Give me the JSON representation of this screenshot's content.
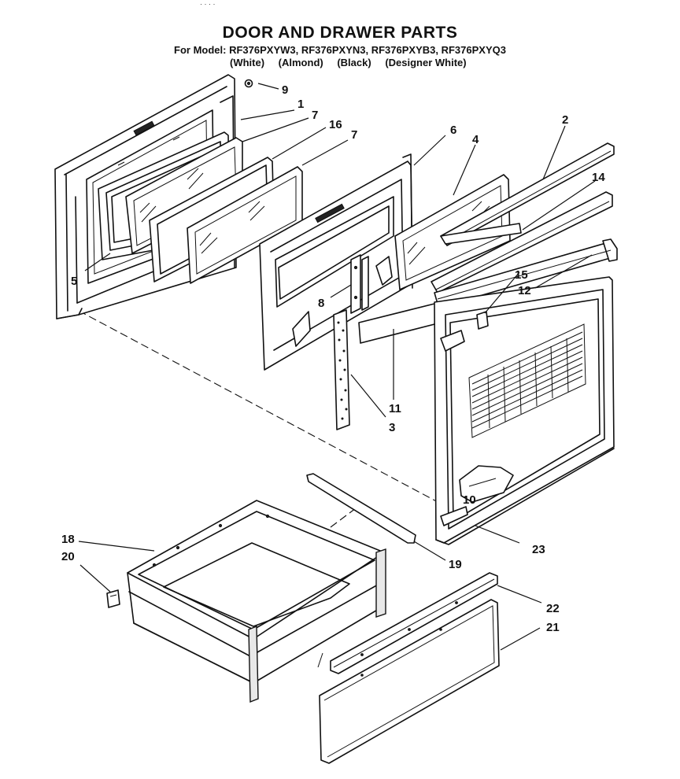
{
  "header": {
    "top_stub": "· ·  ·  ·",
    "title": "DOOR AND DRAWER PARTS",
    "models": "For Model: RF376PXYW3, RF376PXYN3, RF376PXYB3, RF376PXYQ3",
    "colors": [
      "(White)",
      "(Almond)",
      "(Black)",
      "(Designer White)"
    ]
  },
  "callouts": {
    "c1": "1",
    "c2": "2",
    "c3": "3",
    "c4": "4",
    "c5": "5",
    "c6": "6",
    "c7a": "7",
    "c7b": "7",
    "c8": "8",
    "c9": "9",
    "c10": "10",
    "c11": "11",
    "c12": "12",
    "c14": "14",
    "c15": "15",
    "c16": "16",
    "c18": "18",
    "c19": "19",
    "c20": "20",
    "c21": "21",
    "c22": "22",
    "c23": "23"
  }
}
